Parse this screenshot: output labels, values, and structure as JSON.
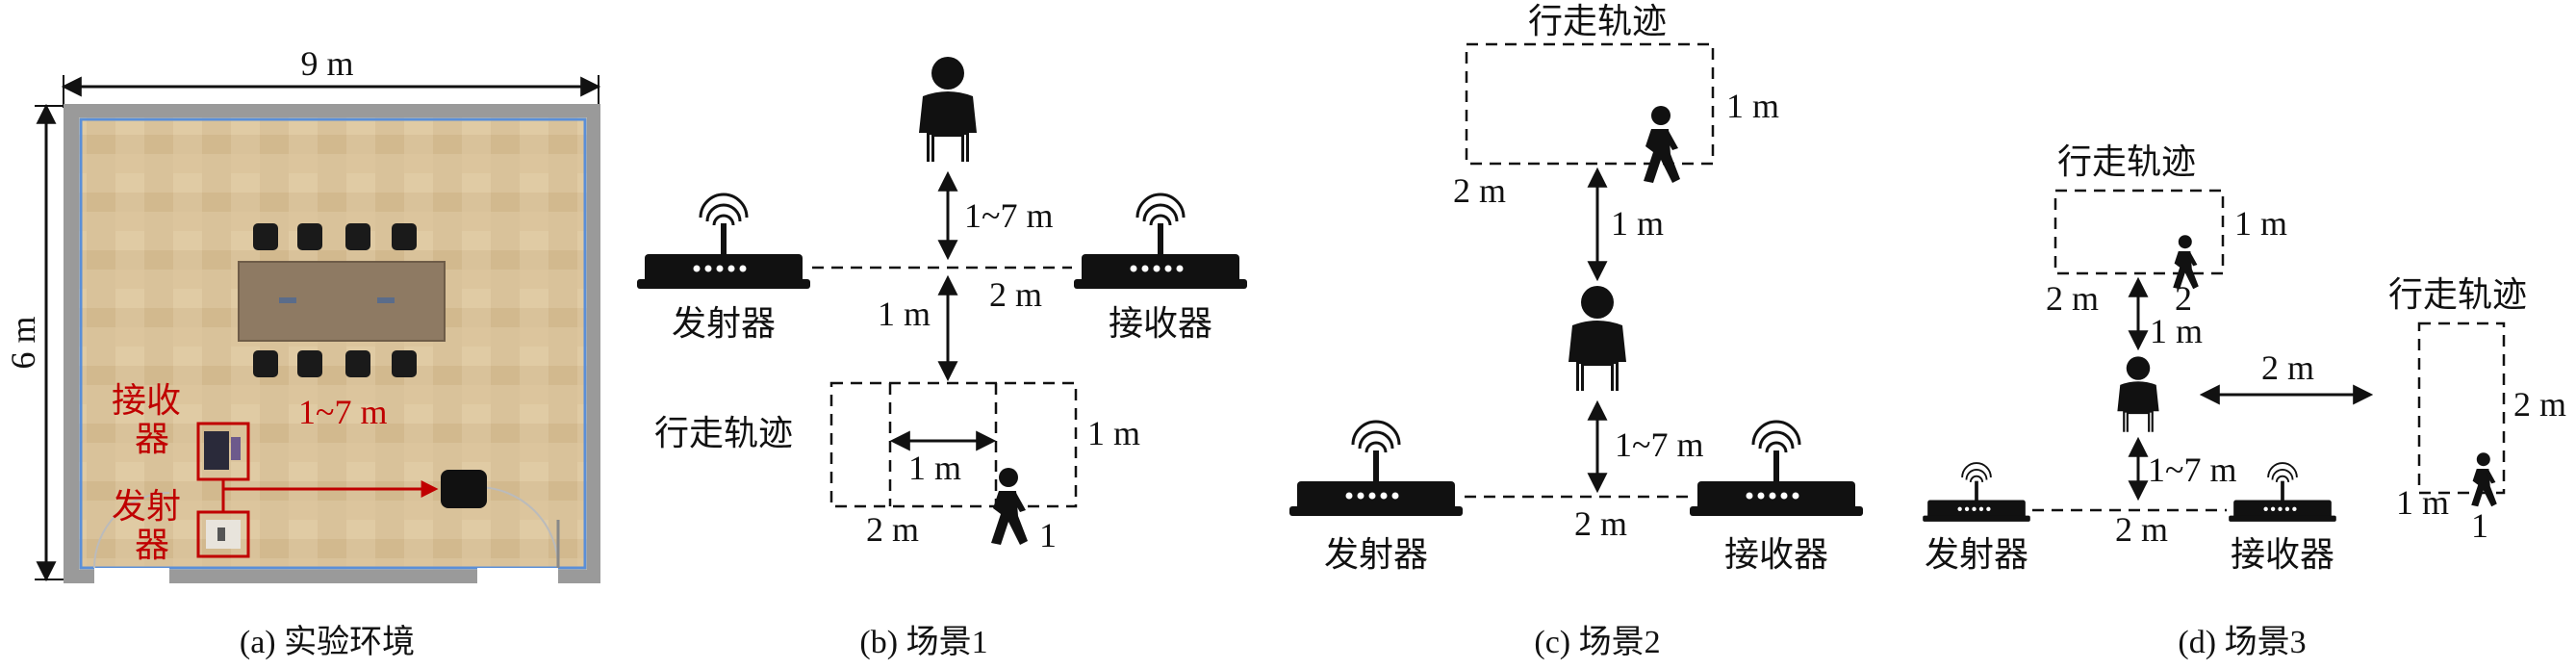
{
  "panel_a": {
    "caption": "(a)  实验环境",
    "width_label": "9 m",
    "height_label": "6 m",
    "receiver_label_1": "接收",
    "receiver_label_2": "器",
    "transmitter_label_1": "发射",
    "transmitter_label_2": "器",
    "distance_label": "1~7 m",
    "accent_color": "#c00000"
  },
  "panel_b": {
    "caption": "(b)  场景1",
    "dist_vertical": "1~7 m",
    "los_label": "2 m",
    "tx_label": "发射器",
    "rx_label": "接收器",
    "gap_label": "1 m",
    "track_label": "行走轨迹",
    "inner_label": "1 m",
    "right_label": "1 m",
    "bottom_label": "2 m",
    "walker_number": "1"
  },
  "panel_c": {
    "caption": "(c)  场景2",
    "track_label": "行走轨迹",
    "track_side_label": "1 m",
    "track_bottom_label": "2 m",
    "gap_label": "1 m",
    "dist_vertical": "1~7 m",
    "tx_label": "发射器",
    "rx_label": "接收器",
    "los_label": "2 m"
  },
  "panel_d": {
    "caption": "(d)  场景3",
    "track_label_top": "行走轨迹",
    "top_side_label": "1 m",
    "top_bottom_label": "2 m",
    "walker2_number": "2",
    "gap_label": "1 m",
    "horiz_dist_label": "2 m",
    "track_label_right": "行走轨迹",
    "right_side_label": "2 m",
    "right_bottom_label": "1 m",
    "walker1_number": "1",
    "dist_vertical": "1~7 m",
    "tx_label": "发射器",
    "rx_label": "接收器",
    "los_label": "2 m"
  }
}
